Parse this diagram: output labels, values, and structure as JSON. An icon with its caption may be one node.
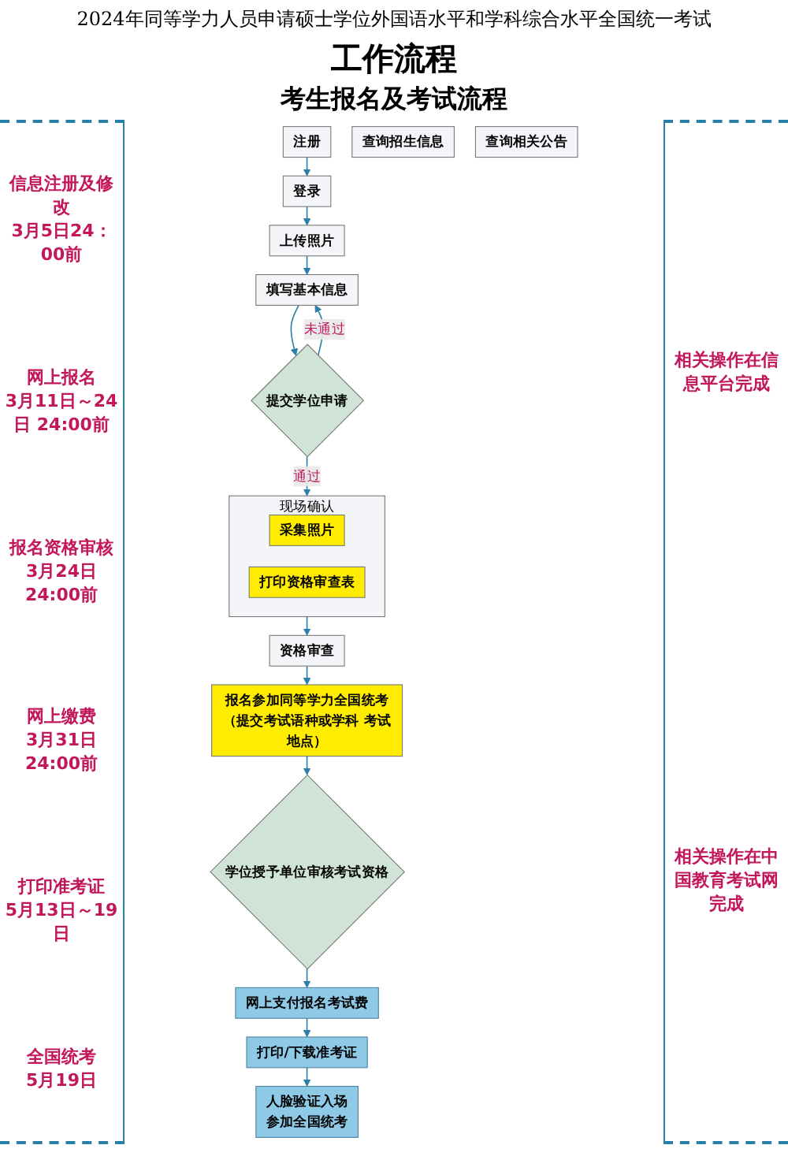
{
  "diagram": {
    "title": "2024年同等学力人员申请硕士学位外国语水平和学科综合水平全国统一考试",
    "nodes": [
      {
        "text": [
          "注册"
        ]
      },
      {
        "text": [
          "查询招生信息"
        ]
      },
      {
        "text": [
          "登录"
        ]
      },
      {
        "text": [
          "查询相关公告"
        ]
      },
      {
        "text": [
          "上传照片"
        ]
      },
      {
        "text": [
          "填写基本信息"
        ]
      },
      {
        "text": [
          "提交学位申请"
        ]
      },
      {
        "text": [
          "现场确认"
        ]
      },
      {
        "text": [
          "采集照片"
        ],
        "in": 7
      },
      {
        "text": [
          "打印资格审查表"
        ],
        "in": 7
      },
      {
        "text": [
          "资格审查"
        ]
      },
      {
        "text": [
          "报名参加同等学力全国统考",
          "（提交考试语种或学科 考试地点）"
        ]
      },
      {
        "text": [
          "学位授予单位审核考试资格"
        ]
      },
      {
        "text": [
          "网上支付报名考试费"
        ]
      },
      {
        "text": [
          "打印/下载准考证"
        ]
      },
      {
        "text": [
          "人脸验证入场",
          "参加全国统考"
        ]
      }
    ],
    "edges": [
      {
        "from": 0,
        "to": 2,
        "arrow": "to"
      },
      {
        "from": 2,
        "to": 4,
        "arrow": "to"
      },
      {
        "from": 4,
        "to": 5,
        "arrow": "to"
      },
      {
        "from": 5,
        "to": 6,
        "arrow": "to"
      },
      {
        "from": 6,
        "to": 5,
        "arrow": "to",
        "label": "未通过"
      },
      {
        "from": 6,
        "to": 7,
        "arrow": "to",
        "label": "通过"
      },
      {
        "from": 7,
        "to": 10,
        "arrow": "to"
      },
      {
        "from": 10,
        "to": 11,
        "arrow": "to"
      },
      {
        "from": 11,
        "to": 12,
        "arrow": "to"
      },
      {
        "from": 12,
        "to": 13,
        "arrow": "to"
      },
      {
        "from": 13,
        "to": 14,
        "arrow": "to"
      },
      {
        "from": 14,
        "to": 15,
        "arrow": "to"
      }
    ],
    "labels": [
      "工作流程",
      "考生报名及考试流程",
      "信息注册及修改",
      "3月5日24：00前",
      "相关操作在信息平台完成",
      "网上报名",
      "3月11日～24日 24:00前",
      "报名资格审核",
      "3月24日24:00前",
      "网上缴费",
      "3月31日24:00前",
      "相关操作在中国教育考试网完成",
      "打印准考证",
      "5月13日～19日",
      "全国统考",
      "5月19日"
    ]
  }
}
